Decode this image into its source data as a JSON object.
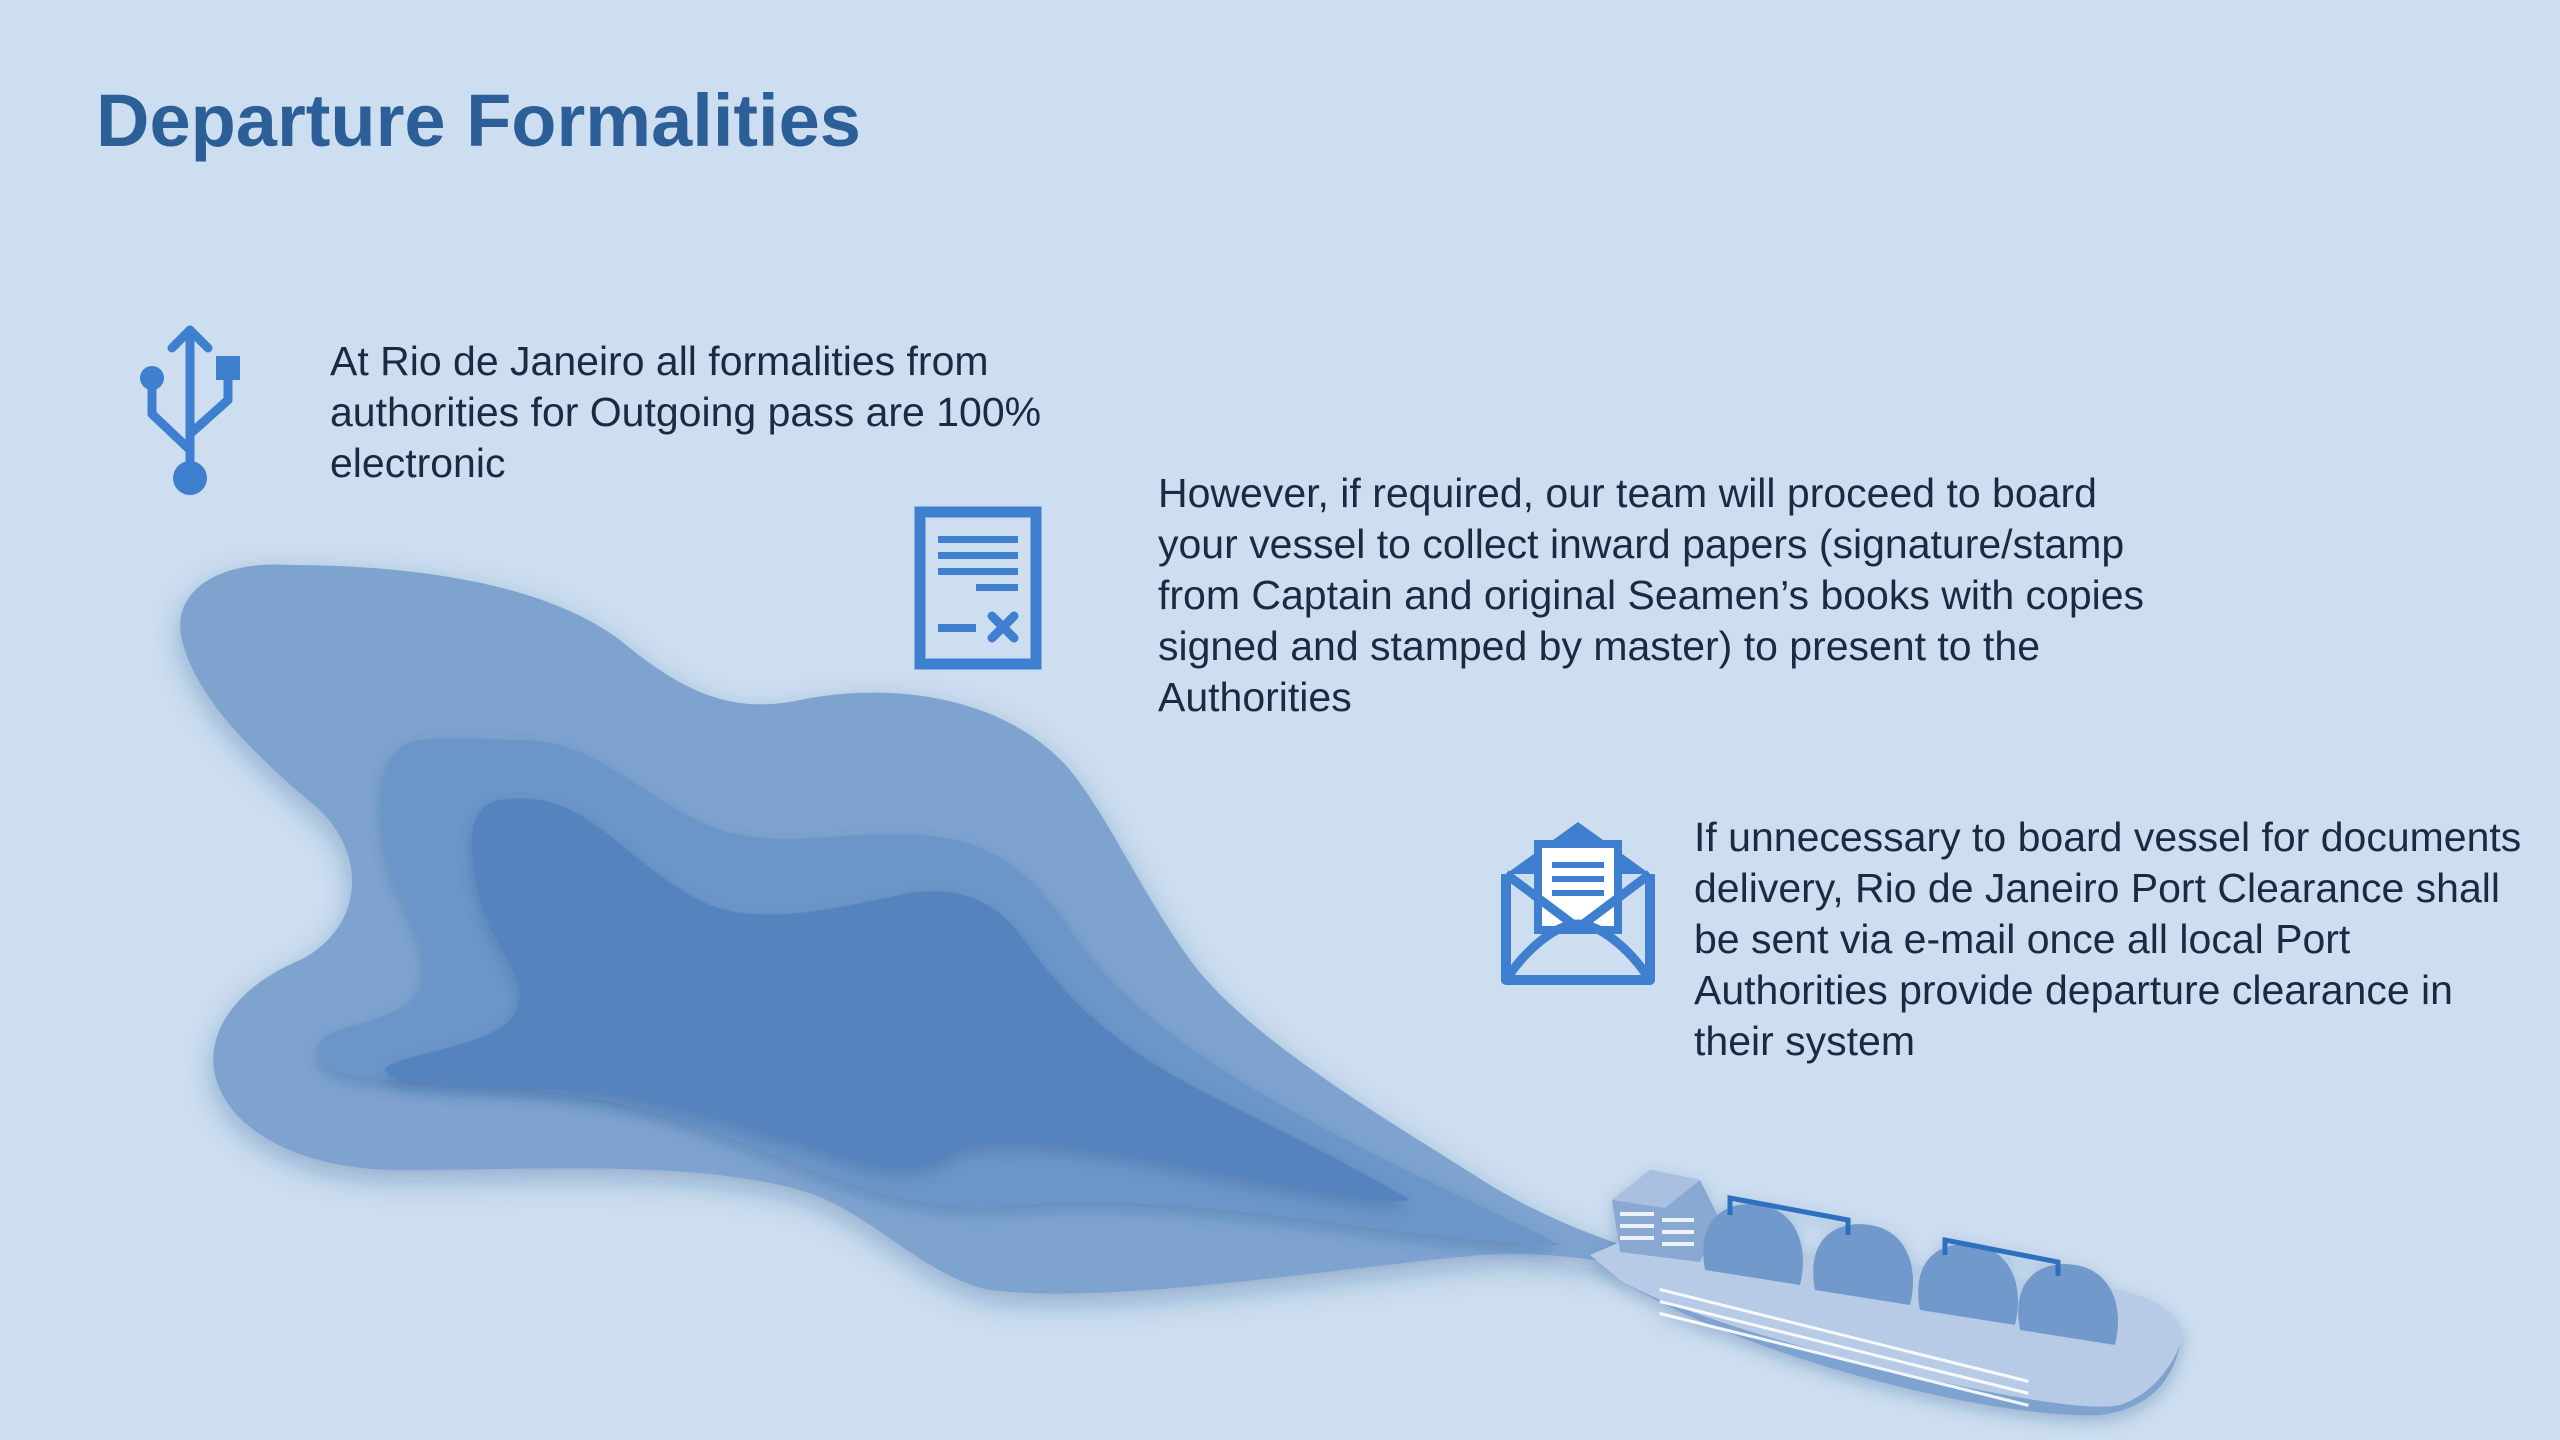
{
  "slide": {
    "title": "Departure Formalities",
    "points": [
      {
        "icon": "usb-icon",
        "text": "At Rio de Janeiro all formalities from authorities for Outgoing pass are 100% electronic"
      },
      {
        "icon": "document-icon",
        "text": "However, if required, our team will proceed to board your vessel to collect inward papers (signature/stamp from Captain and original Seamen’s books with copies signed and stamped by master) to present to the Authorities"
      },
      {
        "icon": "open-envelope-icon",
        "text": "If unnecessary to board vessel for documents delivery, Rio de Janeiro Port Clearance shall be sent via e-mail once all local Port Authorities provide departure clearance in their system"
      }
    ]
  },
  "colors": {
    "background": "#cddef0",
    "title": "#2c5e98",
    "icon": "#3f7fcf",
    "text": "#1a2a44",
    "water_outer": "#7fa3cf",
    "water_mid": "#6c96c9",
    "water_inner": "#5583bd"
  }
}
